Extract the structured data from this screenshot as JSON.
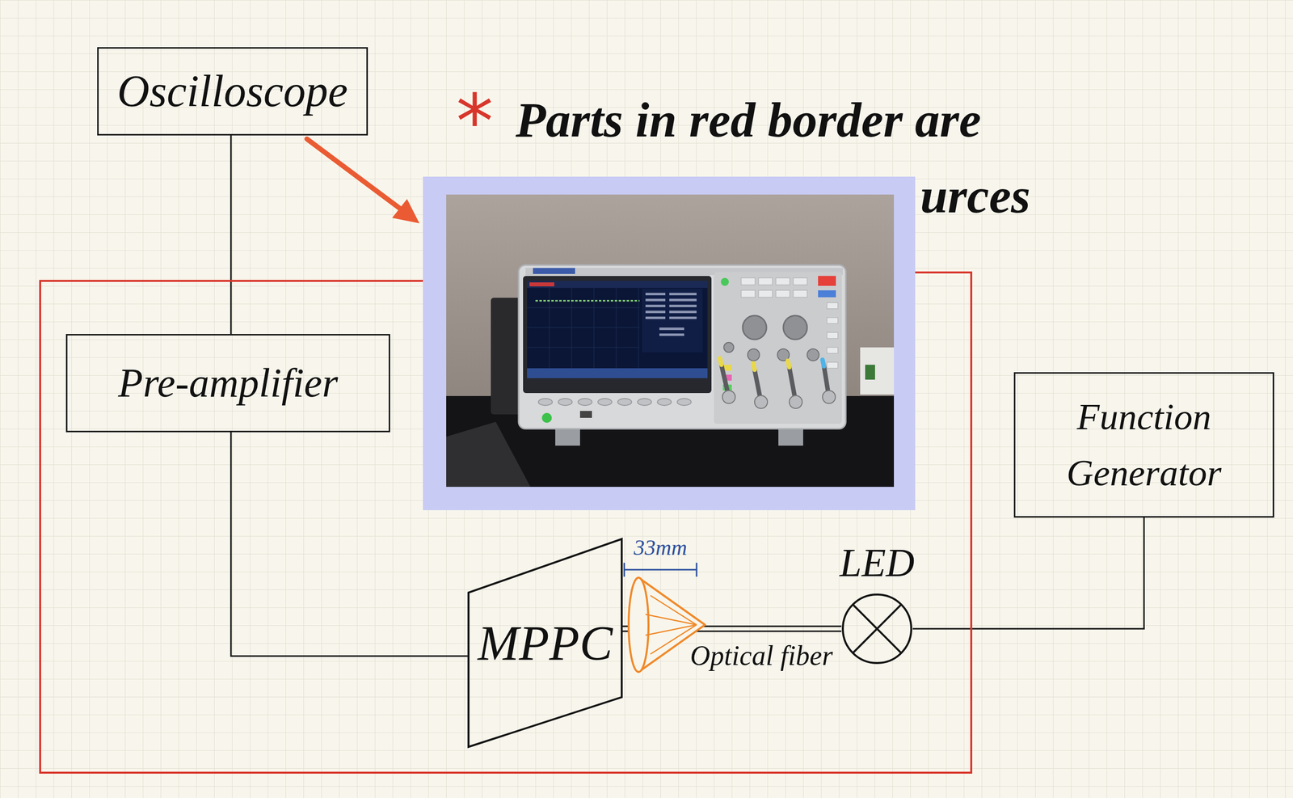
{
  "diagram": {
    "nodes": [
      {
        "text": [
          "Oscilloscope"
        ]
      },
      {
        "text": [
          "Pre-amplifier"
        ]
      },
      {
        "text": [
          "Function Generator"
        ]
      },
      {
        "text": [
          "MPPC"
        ]
      },
      {
        "text": [
          "LED"
        ]
      }
    ],
    "edges": [
      {
        "from": 0,
        "to": 1,
        "arrow": "none"
      },
      {
        "from": 1,
        "to": 3,
        "arrow": "none"
      },
      {
        "from": 4,
        "to": 3,
        "arrow": "none",
        "label": "Optical fiber"
      },
      {
        "from": 2,
        "to": 4,
        "arrow": "none"
      }
    ],
    "labels": [
      "*",
      "Parts in red border are",
      "urces",
      "33mm"
    ]
  }
}
